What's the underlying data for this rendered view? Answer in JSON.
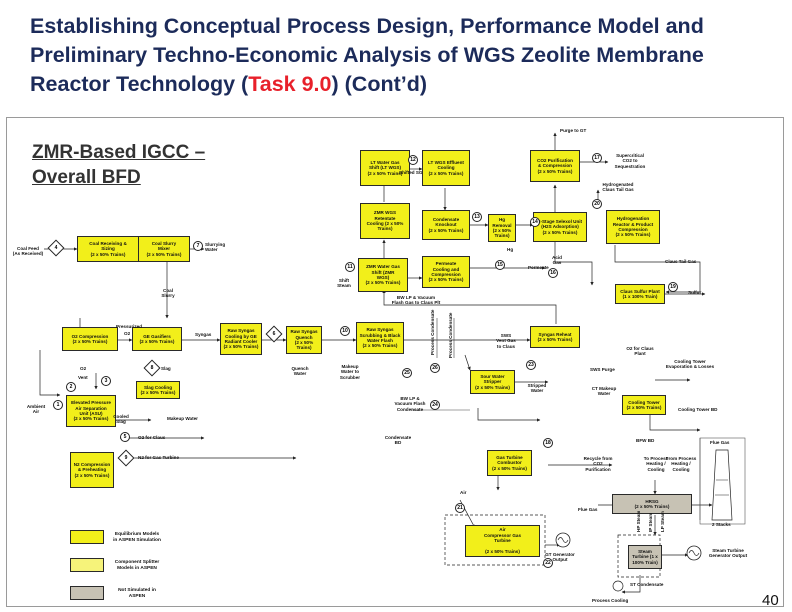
{
  "slide": {
    "title_part1": "Establishing Conceptual Process Design, Performance Model and Preliminary Techno-Economic Analysis of WGS Zeolite Membrane Reactor Technology (",
    "title_task": "Task 9.0",
    "title_part2": ") (Cont’d)",
    "diagram_title": "ZMR-Based IGCC – Overall BFD",
    "page_number": "40"
  },
  "boxes": [
    {
      "id": "b_lt_shift",
      "label": "LT Water Gas\nShift (LT WGS)\n(2 x 50% Trains)"
    },
    {
      "id": "b_effluent",
      "label": "LT WGS Effluent\nCooling\n(2 x 50% Trains)"
    },
    {
      "id": "b_co2",
      "label": "CO2 Purification\n& Compression\n(2 x 50% Trains)"
    },
    {
      "id": "b_retentate",
      "label": "ZMR WGS\nRetentate\nCooling (2 x 50%\nTrains)"
    },
    {
      "id": "b_knockout",
      "label": "Condensate\nKnockout\n(2 x 50% Trains)"
    },
    {
      "id": "b_hg",
      "label": "Hg Removal\n(2 x 50%\nTrains)"
    },
    {
      "id": "b_selexol",
      "label": "2-Stage Selexol Unit\n(H2S Adsorption)\n(2 x 50% Trains)"
    },
    {
      "id": "b_hydrog",
      "label": "Hydrogenation\nReactor & Product\nCompression\n(2 x 50% Trains)"
    },
    {
      "id": "b_coal_rs",
      "label": "Coal Receiving &\nSizing\n(2 x 50% Trains)"
    },
    {
      "id": "b_slurry",
      "label": "Coal Slurry\nMixer\n(2 x 50% Trains)"
    },
    {
      "id": "b_zmr",
      "label": "ZMR Water Gas\nShift   (ZMR\nWGS)\n(2 x 50% Trains)"
    },
    {
      "id": "b_permcool",
      "label": "Permeate\nCooling and\nCompression\n(2 x 50% Trains)"
    },
    {
      "id": "b_claus",
      "label": "Claus Sulfur Plant\n(1 x 100% Train)"
    },
    {
      "id": "b_o2comp",
      "label": "O2 Compression\n(2 x 50% Trains)"
    },
    {
      "id": "b_gasifier",
      "label": "GE Gasifiers\n(2 x 50% Trains)"
    },
    {
      "id": "b_rawcool",
      "label": "Raw Syngas\nCooling by GE\nRadiant Cooler\n(2 x 50% Trains)"
    },
    {
      "id": "b_quench",
      "label": "Raw Syngas\nQuench\n(2 x 50% Trains)"
    },
    {
      "id": "b_scrub",
      "label": "Raw Syngas\nScrubbing & Black\nWater Flash\n(2 x 50% Trains)"
    },
    {
      "id": "b_reheat",
      "label": "Syngas Reheat\n(2 x 50% Trains)"
    },
    {
      "id": "b_slagcool",
      "label": "Slag Cooling\n(2 x 50% Trains)"
    },
    {
      "id": "b_asu",
      "label": "Elevated Pressure\nAir Separation\nUnit (ASU)\n(2 x 50% Trains)"
    },
    {
      "id": "b_sour",
      "label": "Sour Water\nStripper\n(2 x 50% Trains)"
    },
    {
      "id": "b_ctower",
      "label": "Cooling Tower\n(2 x 50% Trains)"
    },
    {
      "id": "b_n2",
      "label": "N2 Compression\n& Preheating\n(2 x 50% Trains)"
    },
    {
      "id": "b_gtcomb",
      "label": "Gas Turbine\nCombustor\n(2 x 50% Trains)"
    },
    {
      "id": "b_hrsg",
      "label": "HRSG\n(2 x 50% Trains)"
    },
    {
      "id": "b_gtunit",
      "label": "Air\nCompressor                Gas\n                              Turbine\n\n(2 x 50% Trains)"
    },
    {
      "id": "b_steamturb",
      "label": "Steam\nTurbine (1 x\n100% Train)"
    }
  ],
  "labels": [
    {
      "id": "l_purge",
      "text": "Purge to GT"
    },
    {
      "id": "l_superco2",
      "text": "Supercritical\nCO2 to\nSequestration"
    },
    {
      "id": "l_hydclaus",
      "text": "Hydrogenated\nClaus Tail Gas"
    },
    {
      "id": "l_shifted",
      "text": "Shifted SG"
    },
    {
      "id": "l_hg",
      "text": "Hg"
    },
    {
      "id": "l_coalfeed",
      "text": "Coal Feed\n(As Received)"
    },
    {
      "id": "l_slurrywater",
      "text": "Slurrying\nWater"
    },
    {
      "id": "l_acidgas",
      "text": "Acid\nGas"
    },
    {
      "id": "l_clausgas",
      "text": "Claus Tail Gas"
    },
    {
      "id": "l_permeate",
      "text": "Permeate"
    },
    {
      "id": "l_shiftsteam",
      "text": "Shift\nSteam"
    },
    {
      "id": "l_sulfur",
      "text": "Sulfur"
    },
    {
      "id": "l_coalslurry",
      "text": "Coal\nSlurry"
    },
    {
      "id": "l_bwlp",
      "text": "BW LP & Vacuum\nFlash Gas to Claus Plt"
    },
    {
      "id": "l_pcond1",
      "text": "Process Condensate"
    },
    {
      "id": "l_pcond2",
      "text": "Process Condensate"
    },
    {
      "id": "l_pressurized",
      "text": "Pressurized"
    },
    {
      "id": "l_o2a",
      "text": "O2"
    },
    {
      "id": "l_syngas",
      "text": "Syngas"
    },
    {
      "id": "l_sws",
      "text": "SWS\nVent Gas\nto Claus"
    },
    {
      "id": "l_o2claus",
      "text": "O2 for Claus\nPlant"
    },
    {
      "id": "l_o2b",
      "text": "O2"
    },
    {
      "id": "l_slag",
      "text": "Slag"
    },
    {
      "id": "l_quenchwater",
      "text": "Quench\nWater"
    },
    {
      "id": "l_makeupscrub",
      "text": "Makeup\nWater to\nScrubber"
    },
    {
      "id": "l_swspurge",
      "text": "SWS Purge"
    },
    {
      "id": "l_ctevap",
      "text": "Cooling Tower\nEvaporation & Losses"
    },
    {
      "id": "l_vent",
      "text": "Vent"
    },
    {
      "id": "l_stripped",
      "text": "Stripped\nWater"
    },
    {
      "id": "l_ctmakeup",
      "text": "CT Makeup\nWater"
    },
    {
      "id": "l_ambient",
      "text": "Ambient\nAir"
    },
    {
      "id": "l_cooledslag",
      "text": "Cooled\nSlag"
    },
    {
      "id": "l_makeupwater",
      "text": "Makeup Water"
    },
    {
      "id": "l_bwlp2",
      "text": "BW LP &\nVacuum Flash\nCondensate"
    },
    {
      "id": "l_ctbd",
      "text": "Cooling Tower BD"
    },
    {
      "id": "l_o2clausb",
      "text": "O2 for Claus"
    },
    {
      "id": "l_cond",
      "text": "Condensate\nBD"
    },
    {
      "id": "l_bfwbd",
      "text": "BFW BD"
    },
    {
      "id": "l_fluegas",
      "text": "Flue Gas"
    },
    {
      "id": "l_n2gt",
      "text": "N2 for Gas Turbine"
    },
    {
      "id": "l_recycle",
      "text": "Recycle from\nCO2\nPurification"
    },
    {
      "id": "l_toproc",
      "text": "To Process\nHeating /\nCooling"
    },
    {
      "id": "l_fromproc",
      "text": "From Process\nHeating /\nCooling"
    },
    {
      "id": "l_air",
      "text": "Air"
    },
    {
      "id": "l_fluegas2",
      "text": "Flue Gas"
    },
    {
      "id": "l_stacks",
      "text": "2 Stacks"
    },
    {
      "id": "l_gtgen",
      "text": "GT Generator\nOutput"
    },
    {
      "id": "l_stgen",
      "text": "Steam Turbine\nGenerator Output"
    },
    {
      "id": "l_stcond",
      "text": "ST Condensate"
    },
    {
      "id": "l_proccool",
      "text": "Process Cooling"
    },
    {
      "id": "l_hp",
      "text": "HP Steam"
    },
    {
      "id": "l_ip",
      "text": "IP Steam"
    },
    {
      "id": "l_lp",
      "text": "LP Steam"
    }
  ],
  "numbers": [
    {
      "id": "n12",
      "text": "12"
    },
    {
      "id": "n17",
      "text": "17"
    },
    {
      "id": "n20",
      "text": "20"
    },
    {
      "id": "n13",
      "text": "13"
    },
    {
      "id": "n14",
      "text": "14"
    },
    {
      "id": "n4",
      "text": "4"
    },
    {
      "id": "n7",
      "text": "7"
    },
    {
      "id": "n11",
      "text": "11"
    },
    {
      "id": "n15",
      "text": "15"
    },
    {
      "id": "n16",
      "text": "16"
    },
    {
      "id": "n19",
      "text": "19"
    },
    {
      "id": "n6",
      "text": "6"
    },
    {
      "id": "n10",
      "text": "10"
    },
    {
      "id": "n8",
      "text": "8"
    },
    {
      "id": "n25",
      "text": "25"
    },
    {
      "id": "n26",
      "text": "26"
    },
    {
      "id": "n23",
      "text": "23"
    },
    {
      "id": "n2",
      "text": "2"
    },
    {
      "id": "n1",
      "text": "1"
    },
    {
      "id": "n24",
      "text": "24"
    },
    {
      "id": "n3",
      "text": "3"
    },
    {
      "id": "n5",
      "text": "5"
    },
    {
      "id": "n18",
      "text": "18"
    },
    {
      "id": "n21",
      "text": "21"
    },
    {
      "id": "n22",
      "text": "22"
    },
    {
      "id": "n9",
      "text": "9"
    }
  ],
  "legend": [
    {
      "id": "lg1",
      "text": "Equilibrium Models\nin ASPEN Simulation"
    },
    {
      "id": "lg2",
      "text": "Component Splitter\nModels in ASPEN"
    },
    {
      "id": "lg3",
      "text": "Not Simulated in\nASPEN"
    }
  ],
  "colors": {
    "title": "#1c2b5a",
    "task": "#e8202a",
    "box_fill": "#f2ef1a",
    "splitter_fill": "#f6f37a",
    "not_simulated_fill": "#c7c2b4"
  }
}
